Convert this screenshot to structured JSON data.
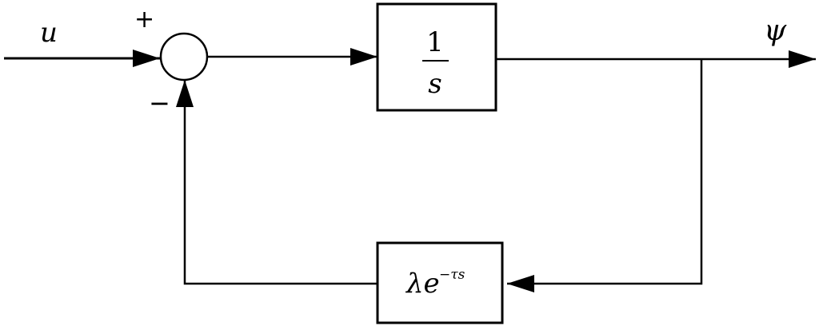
{
  "diagram": {
    "input_signal": "u",
    "output_signal": "ψ",
    "summing_junction": {
      "plus_sign": "+",
      "minus_sign": "−"
    },
    "forward_block": {
      "numerator": "1",
      "denominator": "s"
    },
    "feedback_block": {
      "base": "λe",
      "exponent": "−τs"
    }
  }
}
